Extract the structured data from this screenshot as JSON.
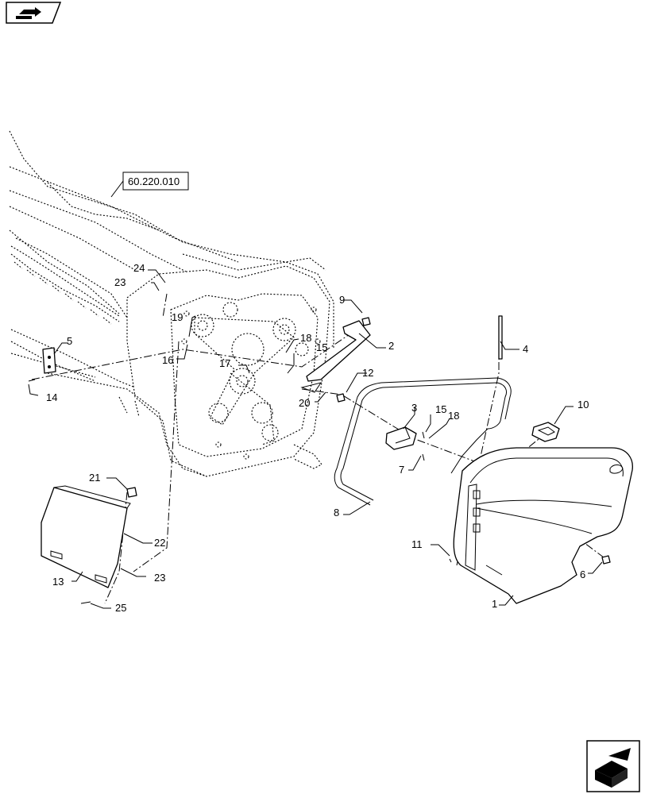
{
  "diagram": {
    "reference_box": "60.220.010",
    "callouts": [
      "1",
      "2",
      "3",
      "4",
      "5",
      "6",
      "7",
      "8",
      "9",
      "10",
      "11",
      "12",
      "13",
      "14",
      "15",
      "15",
      "16",
      "17",
      "18",
      "18",
      "19",
      "20",
      "21",
      "22",
      "23",
      "23",
      "24",
      "25"
    ]
  },
  "navigation": {
    "top_left_icon": "previous-page-icon",
    "bottom_right_icon": "next-page-icon"
  }
}
